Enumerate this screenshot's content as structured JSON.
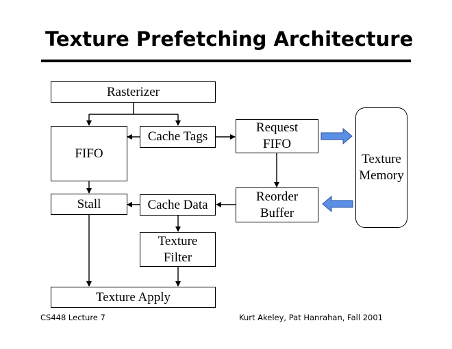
{
  "slide": {
    "title": "Texture Prefetching Architecture",
    "footer_left": "CS448 Lecture 7",
    "footer_right": "Kurt Akeley, Pat Hanrahan, Fall 2001"
  },
  "diagram": {
    "nodes": {
      "rasterizer": [
        "Rasterizer"
      ],
      "fifo": [
        "FIFO"
      ],
      "cache_tags": [
        "Cache Tags"
      ],
      "request_fifo": [
        "Request",
        "FIFO"
      ],
      "texture_memory": [
        "Texture",
        "Memory"
      ],
      "reorder_buffer": [
        "Reorder",
        "Buffer"
      ],
      "cache_data": [
        "Cache Data"
      ],
      "stall": [
        "Stall"
      ],
      "texture_filter": [
        "Texture",
        "Filter"
      ],
      "texture_apply": [
        "Texture Apply"
      ]
    },
    "edges": [
      {
        "from": "Rasterizer",
        "to": "FIFO"
      },
      {
        "from": "Rasterizer",
        "to": "Cache Tags"
      },
      {
        "from": "Cache Tags",
        "to": "FIFO"
      },
      {
        "from": "Cache Tags",
        "to": "Request FIFO"
      },
      {
        "from": "Request FIFO",
        "to": "Texture Memory",
        "style": "blue-block-arrow"
      },
      {
        "from": "Texture Memory",
        "to": "Reorder Buffer",
        "style": "blue-block-arrow"
      },
      {
        "from": "Request FIFO",
        "to": "Reorder Buffer"
      },
      {
        "from": "Reorder Buffer",
        "to": "Cache Data"
      },
      {
        "from": "FIFO",
        "to": "Stall"
      },
      {
        "from": "Cache Data",
        "to": "Stall"
      },
      {
        "from": "Cache Data",
        "to": "Texture Filter"
      },
      {
        "from": "Stall",
        "to": "Texture Apply"
      },
      {
        "from": "Texture Filter",
        "to": "Texture Apply"
      }
    ],
    "colors": {
      "memory_arrow_fill": "#5b8fe6",
      "memory_arrow_stroke": "#2a4f9e"
    }
  }
}
